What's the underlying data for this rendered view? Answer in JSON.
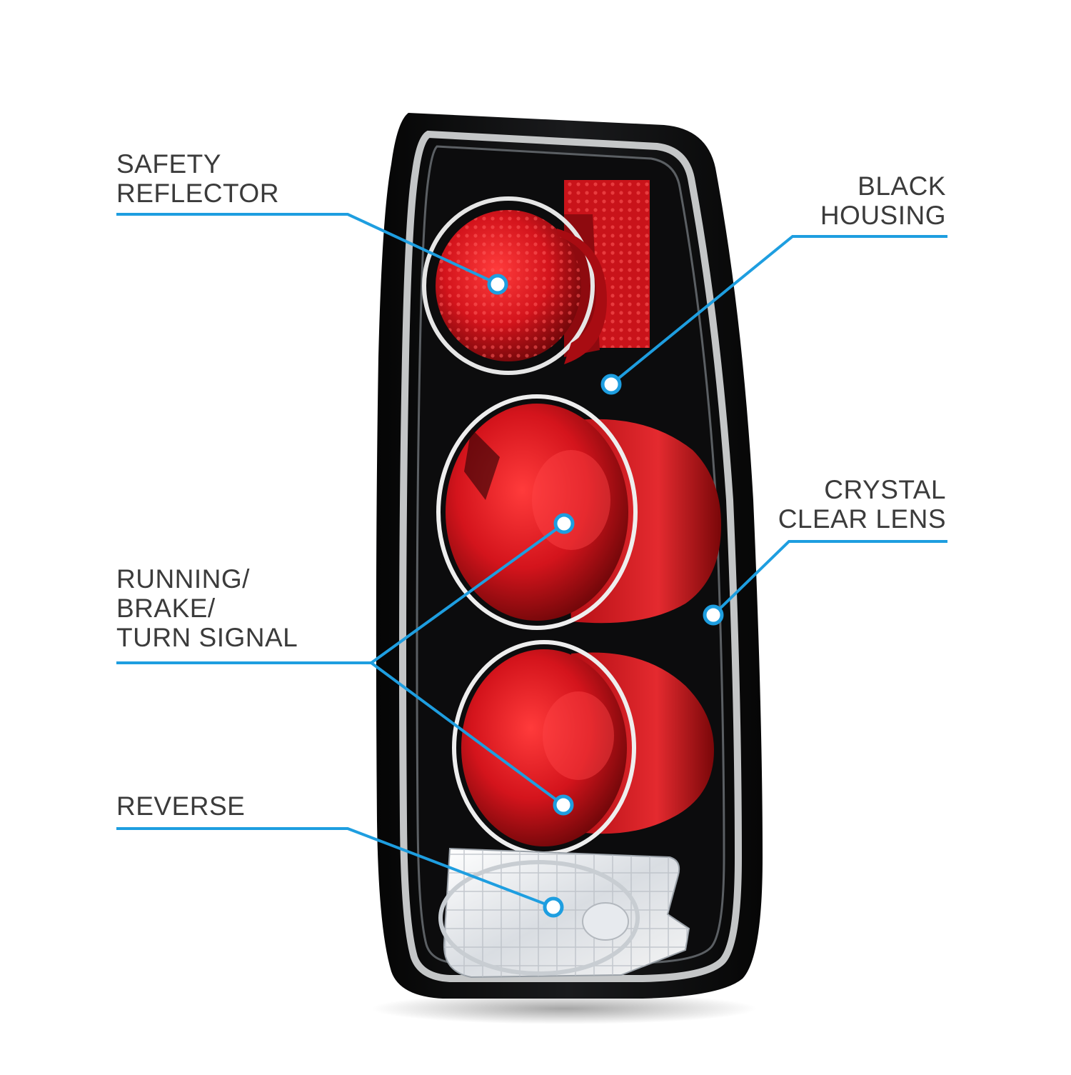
{
  "callouts": {
    "safety_reflector": [
      "SAFETY",
      "REFLECTOR"
    ],
    "black_housing": [
      "BLACK",
      "HOUSING"
    ],
    "crystal_clear_lens": [
      "CRYSTAL",
      "CLEAR LENS"
    ],
    "running_brake_turn": [
      "RUNNING/",
      "BRAKE/",
      "TURN SIGNAL"
    ],
    "reverse": [
      "REVERSE"
    ]
  },
  "colors": {
    "leader_line": "#1e9ee0",
    "label_text": "#3b3b3b",
    "housing": "#0b0b0c",
    "lens_red": "#d4141c",
    "chrome": "#e6e6e6"
  }
}
